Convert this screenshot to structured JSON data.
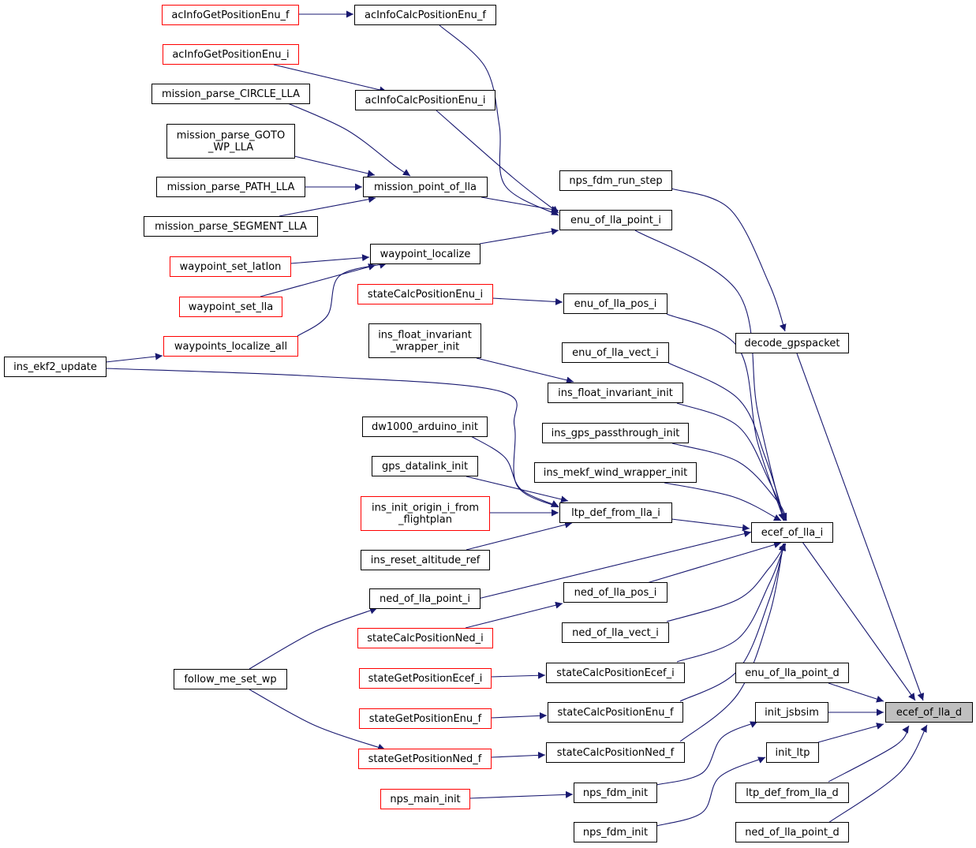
{
  "colors": {
    "edge": "#191970",
    "default_border": "#000000",
    "incomplete_border": "#ff0000",
    "focus_fill": "#bfbfbf",
    "node_fill": "#ffffff"
  },
  "graph": {
    "nodes": [
      {
        "id": "ecef_of_lla_d",
        "lines": [
          "ecef_of_lla_d"
        ],
        "kind": "focus"
      },
      {
        "id": "ecef_of_lla_i",
        "lines": [
          "ecef_of_lla_i"
        ],
        "kind": "normal"
      },
      {
        "id": "enu_of_lla_point_d",
        "lines": [
          "enu_of_lla_point_d"
        ],
        "kind": "normal"
      },
      {
        "id": "init_jsbsim",
        "lines": [
          "init_jsbsim"
        ],
        "kind": "normal"
      },
      {
        "id": "init_ltp",
        "lines": [
          "init_ltp"
        ],
        "kind": "normal"
      },
      {
        "id": "ltp_def_from_lla_d",
        "lines": [
          "ltp_def_from_lla_d"
        ],
        "kind": "normal"
      },
      {
        "id": "ned_of_lla_point_d",
        "lines": [
          "ned_of_lla_point_d"
        ],
        "kind": "normal"
      },
      {
        "id": "decode_gpspacket",
        "lines": [
          "decode_gpspacket"
        ],
        "kind": "normal"
      },
      {
        "id": "nps_fdm_run_step",
        "lines": [
          "nps_fdm_run_step"
        ],
        "kind": "normal"
      },
      {
        "id": "enu_of_lla_point_i",
        "lines": [
          "enu_of_lla_point_i"
        ],
        "kind": "normal"
      },
      {
        "id": "enu_of_lla_pos_i",
        "lines": [
          "enu_of_lla_pos_i"
        ],
        "kind": "normal"
      },
      {
        "id": "enu_of_lla_vect_i",
        "lines": [
          "enu_of_lla_vect_i"
        ],
        "kind": "normal"
      },
      {
        "id": "ins_float_invariant_init",
        "lines": [
          "ins_float_invariant_init"
        ],
        "kind": "normal"
      },
      {
        "id": "ins_gps_passthrough_init",
        "lines": [
          "ins_gps_passthrough_init"
        ],
        "kind": "normal"
      },
      {
        "id": "ins_mekf_wind_wrapper_init",
        "lines": [
          "ins_mekf_wind_wrapper_init"
        ],
        "kind": "normal"
      },
      {
        "id": "ltp_def_from_lla_i",
        "lines": [
          "ltp_def_from_lla_i"
        ],
        "kind": "normal"
      },
      {
        "id": "ned_of_lla_pos_i",
        "lines": [
          "ned_of_lla_pos_i"
        ],
        "kind": "normal"
      },
      {
        "id": "ned_of_lla_vect_i",
        "lines": [
          "ned_of_lla_vect_i"
        ],
        "kind": "normal"
      },
      {
        "id": "stateCalcPositionEcef_i",
        "lines": [
          "stateCalcPositionEcef_i"
        ],
        "kind": "normal"
      },
      {
        "id": "stateCalcPositionEnu_f",
        "lines": [
          "stateCalcPositionEnu_f"
        ],
        "kind": "normal"
      },
      {
        "id": "stateCalcPositionNed_f",
        "lines": [
          "stateCalcPositionNed_f"
        ],
        "kind": "normal"
      },
      {
        "id": "nps_fdm_init_a",
        "lines": [
          "nps_fdm_init"
        ],
        "kind": "normal"
      },
      {
        "id": "nps_fdm_init_b",
        "lines": [
          "nps_fdm_init"
        ],
        "kind": "normal"
      },
      {
        "id": "acInfoCalcPositionEnu_f",
        "lines": [
          "acInfoCalcPositionEnu_f"
        ],
        "kind": "normal"
      },
      {
        "id": "acInfoCalcPositionEnu_i",
        "lines": [
          "acInfoCalcPositionEnu_i"
        ],
        "kind": "normal"
      },
      {
        "id": "mission_point_of_lla",
        "lines": [
          "mission_point_of_lla"
        ],
        "kind": "normal"
      },
      {
        "id": "waypoint_localize",
        "lines": [
          "waypoint_localize"
        ],
        "kind": "normal"
      },
      {
        "id": "stateCalcPositionEnu_i",
        "lines": [
          "stateCalcPositionEnu_i"
        ],
        "kind": "incomplete"
      },
      {
        "id": "ins_float_invariant_wrapper_init",
        "lines": [
          "ins_float_invariant",
          "_wrapper_init"
        ],
        "kind": "normal"
      },
      {
        "id": "dw1000_arduino_init",
        "lines": [
          "dw1000_arduino_init"
        ],
        "kind": "normal"
      },
      {
        "id": "gps_datalink_init",
        "lines": [
          "gps_datalink_init"
        ],
        "kind": "normal"
      },
      {
        "id": "ins_init_origin_i_from_flightplan",
        "lines": [
          "ins_init_origin_i_from",
          "_flightplan"
        ],
        "kind": "incomplete"
      },
      {
        "id": "ins_reset_altitude_ref",
        "lines": [
          "ins_reset_altitude_ref"
        ],
        "kind": "normal"
      },
      {
        "id": "ned_of_lla_point_i",
        "lines": [
          "ned_of_lla_point_i"
        ],
        "kind": "normal"
      },
      {
        "id": "stateCalcPositionNed_i",
        "lines": [
          "stateCalcPositionNed_i"
        ],
        "kind": "incomplete"
      },
      {
        "id": "stateGetPositionEcef_i",
        "lines": [
          "stateGetPositionEcef_i"
        ],
        "kind": "incomplete"
      },
      {
        "id": "stateGetPositionEnu_f",
        "lines": [
          "stateGetPositionEnu_f"
        ],
        "kind": "incomplete"
      },
      {
        "id": "stateGetPositionNed_f",
        "lines": [
          "stateGetPositionNed_f"
        ],
        "kind": "incomplete"
      },
      {
        "id": "nps_main_init",
        "lines": [
          "nps_main_init"
        ],
        "kind": "incomplete"
      },
      {
        "id": "acInfoGetPositionEnu_f",
        "lines": [
          "acInfoGetPositionEnu_f"
        ],
        "kind": "incomplete"
      },
      {
        "id": "acInfoGetPositionEnu_i",
        "lines": [
          "acInfoGetPositionEnu_i"
        ],
        "kind": "incomplete"
      },
      {
        "id": "mission_parse_CIRCLE_LLA",
        "lines": [
          "mission_parse_CIRCLE_LLA"
        ],
        "kind": "normal"
      },
      {
        "id": "mission_parse_GOTO_WP_LLA",
        "lines": [
          "mission_parse_GOTO",
          "_WP_LLA"
        ],
        "kind": "normal"
      },
      {
        "id": "mission_parse_PATH_LLA",
        "lines": [
          "mission_parse_PATH_LLA"
        ],
        "kind": "normal"
      },
      {
        "id": "mission_parse_SEGMENT_LLA",
        "lines": [
          "mission_parse_SEGMENT_LLA"
        ],
        "kind": "normal"
      },
      {
        "id": "waypoint_set_latlon",
        "lines": [
          "waypoint_set_latlon"
        ],
        "kind": "incomplete"
      },
      {
        "id": "waypoint_set_lla",
        "lines": [
          "waypoint_set_lla"
        ],
        "kind": "incomplete"
      },
      {
        "id": "waypoints_localize_all",
        "lines": [
          "waypoints_localize_all"
        ],
        "kind": "incomplete"
      },
      {
        "id": "ins_ekf2_update",
        "lines": [
          "ins_ekf2_update"
        ],
        "kind": "normal"
      },
      {
        "id": "follow_me_set_wp",
        "lines": [
          "follow_me_set_wp"
        ],
        "kind": "normal"
      }
    ],
    "edges": [
      {
        "from": "ecef_of_lla_i",
        "to": "ecef_of_lla_d"
      },
      {
        "from": "enu_of_lla_point_d",
        "to": "ecef_of_lla_d"
      },
      {
        "from": "init_jsbsim",
        "to": "ecef_of_lla_d"
      },
      {
        "from": "init_ltp",
        "to": "ecef_of_lla_d"
      },
      {
        "from": "ltp_def_from_lla_d",
        "to": "ecef_of_lla_d"
      },
      {
        "from": "ned_of_lla_point_d",
        "to": "ecef_of_lla_d"
      },
      {
        "from": "decode_gpspacket",
        "to": "ecef_of_lla_d"
      },
      {
        "from": "nps_fdm_run_step",
        "to": "decode_gpspacket"
      },
      {
        "from": "enu_of_lla_point_i",
        "to": "ecef_of_lla_i"
      },
      {
        "from": "enu_of_lla_pos_i",
        "to": "ecef_of_lla_i"
      },
      {
        "from": "enu_of_lla_vect_i",
        "to": "ecef_of_lla_i"
      },
      {
        "from": "ins_float_invariant_init",
        "to": "ecef_of_lla_i"
      },
      {
        "from": "ins_gps_passthrough_init",
        "to": "ecef_of_lla_i"
      },
      {
        "from": "ins_mekf_wind_wrapper_init",
        "to": "ecef_of_lla_i"
      },
      {
        "from": "ltp_def_from_lla_i",
        "to": "ecef_of_lla_i"
      },
      {
        "from": "ned_of_lla_point_i",
        "to": "ecef_of_lla_i"
      },
      {
        "from": "ned_of_lla_pos_i",
        "to": "ecef_of_lla_i"
      },
      {
        "from": "ned_of_lla_vect_i",
        "to": "ecef_of_lla_i"
      },
      {
        "from": "stateCalcPositionEcef_i",
        "to": "ecef_of_lla_i"
      },
      {
        "from": "stateCalcPositionEnu_f",
        "to": "ecef_of_lla_i"
      },
      {
        "from": "stateCalcPositionNed_f",
        "to": "ecef_of_lla_i"
      },
      {
        "from": "nps_fdm_init_a",
        "to": "init_jsbsim"
      },
      {
        "from": "nps_fdm_init_b",
        "to": "init_ltp"
      },
      {
        "from": "acInfoCalcPositionEnu_f",
        "to": "enu_of_lla_point_i"
      },
      {
        "from": "acInfoCalcPositionEnu_i",
        "to": "enu_of_lla_point_i"
      },
      {
        "from": "mission_point_of_lla",
        "to": "enu_of_lla_point_i"
      },
      {
        "from": "waypoint_localize",
        "to": "enu_of_lla_point_i"
      },
      {
        "from": "stateCalcPositionEnu_i",
        "to": "enu_of_lla_pos_i"
      },
      {
        "from": "ins_float_invariant_wrapper_init",
        "to": "ins_float_invariant_init"
      },
      {
        "from": "dw1000_arduino_init",
        "to": "ltp_def_from_lla_i"
      },
      {
        "from": "gps_datalink_init",
        "to": "ltp_def_from_lla_i"
      },
      {
        "from": "ins_init_origin_i_from_flightplan",
        "to": "ltp_def_from_lla_i"
      },
      {
        "from": "ins_reset_altitude_ref",
        "to": "ltp_def_from_lla_i"
      },
      {
        "from": "ins_ekf2_update",
        "to": "ltp_def_from_lla_i"
      },
      {
        "from": "stateCalcPositionNed_i",
        "to": "ned_of_lla_pos_i"
      },
      {
        "from": "stateGetPositionEcef_i",
        "to": "stateCalcPositionEcef_i"
      },
      {
        "from": "stateGetPositionEnu_f",
        "to": "stateCalcPositionEnu_f"
      },
      {
        "from": "stateGetPositionNed_f",
        "to": "stateCalcPositionNed_f"
      },
      {
        "from": "nps_main_init",
        "to": "nps_fdm_init_a"
      },
      {
        "from": "acInfoGetPositionEnu_f",
        "to": "acInfoCalcPositionEnu_f"
      },
      {
        "from": "acInfoGetPositionEnu_i",
        "to": "acInfoCalcPositionEnu_i"
      },
      {
        "from": "mission_parse_CIRCLE_LLA",
        "to": "mission_point_of_lla"
      },
      {
        "from": "mission_parse_GOTO_WP_LLA",
        "to": "mission_point_of_lla"
      },
      {
        "from": "mission_parse_PATH_LLA",
        "to": "mission_point_of_lla"
      },
      {
        "from": "mission_parse_SEGMENT_LLA",
        "to": "mission_point_of_lla"
      },
      {
        "from": "waypoint_set_latlon",
        "to": "waypoint_localize"
      },
      {
        "from": "waypoint_set_lla",
        "to": "waypoint_localize"
      },
      {
        "from": "waypoints_localize_all",
        "to": "waypoint_localize"
      },
      {
        "from": "ins_ekf2_update",
        "to": "waypoints_localize_all"
      },
      {
        "from": "follow_me_set_wp",
        "to": "ned_of_lla_point_i"
      },
      {
        "from": "follow_me_set_wp",
        "to": "stateGetPositionNed_f"
      }
    ]
  }
}
